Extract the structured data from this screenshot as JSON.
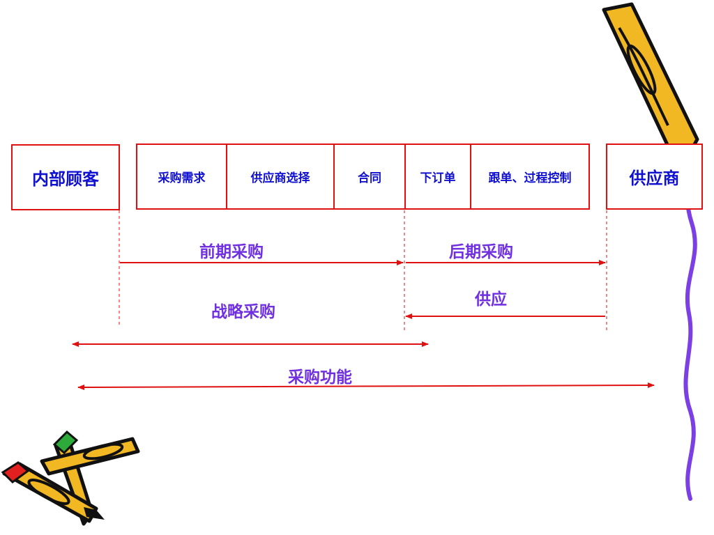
{
  "boxes": {
    "internal_customer": "内部顾客",
    "supplier": "供应商"
  },
  "process_steps": [
    "采购需求",
    "供应商选择",
    "合同",
    "下订单",
    "跟单、过程控制"
  ],
  "spans": {
    "early_procurement": "前期采购",
    "late_procurement": "后期采购",
    "supply": "供应",
    "strategic_procurement": "战略采购",
    "procurement_function": "采购功能"
  },
  "colors": {
    "box_border": "#e01010",
    "box_text": "#1010d0",
    "label_text": "#7030e0",
    "arrow": "#e01010",
    "wavy_line": "#7b3fe4"
  },
  "decorations": [
    "pencil-icon",
    "crossed-pencils-icon",
    "wavy-border"
  ]
}
